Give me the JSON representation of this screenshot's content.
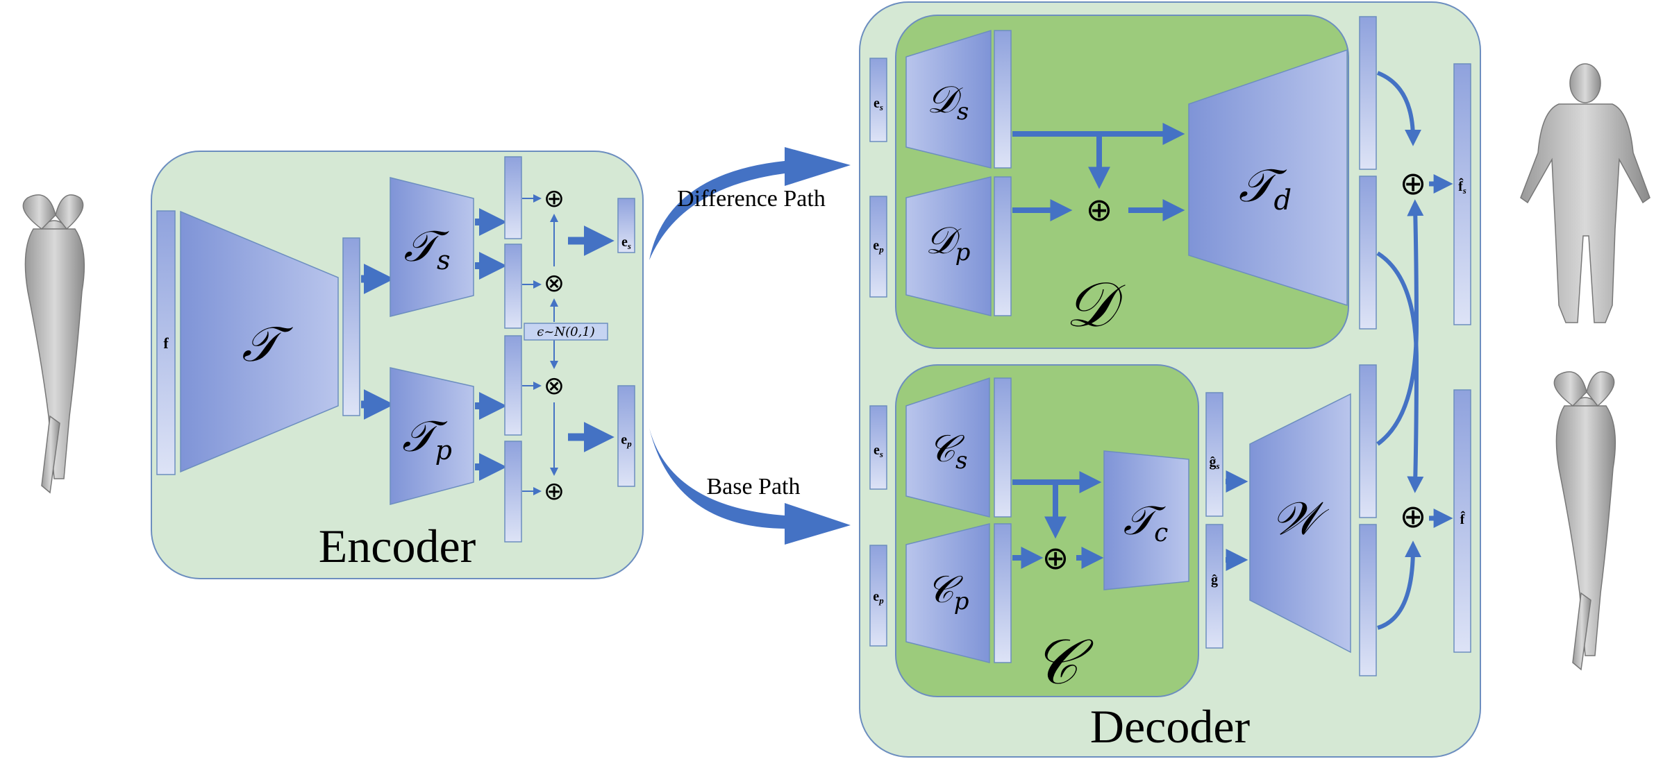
{
  "encoder": {
    "title": "Encoder",
    "input_label": "f",
    "main_net": "𝒯",
    "net_s": "𝒯",
    "net_s_sub": "s",
    "net_p": "𝒯",
    "net_p_sub": "p",
    "noise_label": "ϵ~N(0,1)",
    "oplus": "⊕",
    "otimes": "⊗",
    "out_es": "e",
    "out_es_sub": "s",
    "out_ep": "e",
    "out_ep_sub": "p"
  },
  "paths": {
    "difference": "Difference Path",
    "base": "Base Path"
  },
  "decoder": {
    "title": "Decoder",
    "D_block": {
      "label": "𝒟",
      "in_es": "e",
      "in_es_sub": "s",
      "in_ep": "e",
      "in_ep_sub": "p",
      "net_s": "𝒟",
      "net_s_sub": "s",
      "net_p": "𝒟",
      "net_p_sub": "p",
      "net_d": "𝒯",
      "net_d_sub": "d",
      "oplus": "⊕"
    },
    "C_block": {
      "label": "𝒞",
      "in_es": "e",
      "in_es_sub": "s",
      "in_ep": "e",
      "in_ep_sub": "p",
      "net_s": "𝒞",
      "net_s_sub": "s",
      "net_p": "𝒞",
      "net_p_sub": "p",
      "net_c": "𝒯",
      "net_c_sub": "c",
      "oplus": "⊕"
    },
    "g_s": "ĝ",
    "g_s_sub": "s",
    "g": "ĝ",
    "net_w": "𝒲",
    "oplus": "⊕",
    "out_fs": "f̂",
    "out_fs_sub": "s",
    "out_f": "f̂"
  },
  "colors": {
    "panel_fill": "#d5e8d4",
    "inner_fill": "#9ccb7c",
    "arrow": "#4472c4",
    "net_dark": "#7f95d6",
    "net_light": "#b8c4ea"
  }
}
